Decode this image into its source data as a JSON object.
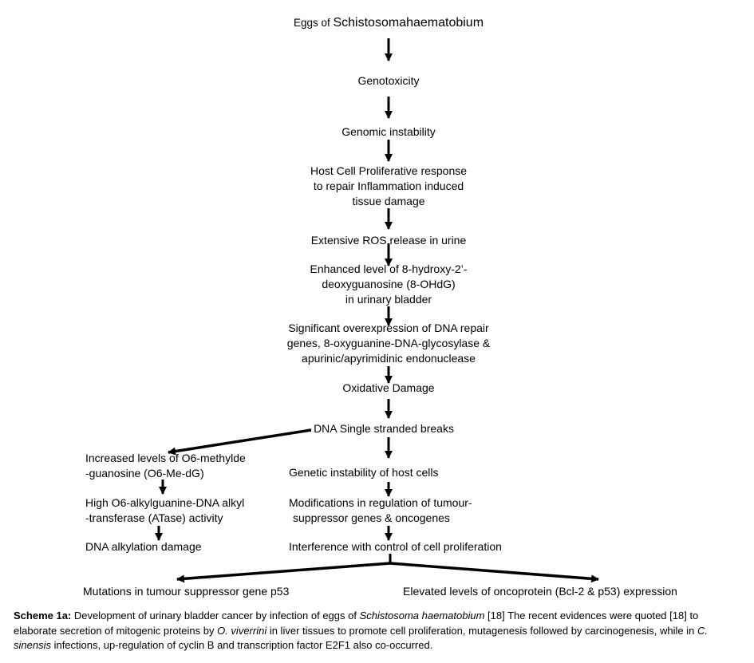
{
  "page": {
    "background_color": "#ffffff",
    "ink_color": "#000000"
  },
  "flowchart": {
    "root": {
      "prefix": "Eggs of ",
      "species": "Schistosomahaematobium"
    },
    "steps": {
      "genotoxicity": "Genotoxicity",
      "genomic_instability": "Genomic instability",
      "host_cell_response": [
        "Host Cell Proliferative response",
        "to repair Inflammation induced",
        "tissue damage"
      ],
      "ros_release": "Extensive ROS release in urine",
      "ohdg_level": [
        "Enhanced level of 8-hydroxy-2’-",
        "deoxyguanosine (8-OHdG)",
        "in urinary bladder"
      ],
      "dna_repair_overexpression": [
        "Significant overexpression of DNA repair",
        "genes, 8-oxyguanine-DNA-glycosylase &",
        "apurinic/apyrimidinic endonuclease"
      ],
      "oxidative_damage": "Oxidative Damage",
      "dna_single_stranded_breaks": "DNA Single stranded breaks"
    },
    "left_branch": {
      "o6_me_dg": [
        "Increased levels of O6-methylde",
        "-guanosine (O6-Me-dG)"
      ],
      "atase_activity": [
        "High O6-alkylguanine-DNA alkyl",
        "-transferase (ATase) activity"
      ],
      "dna_alkylation_damage": "DNA alkylation damage"
    },
    "center_branch": {
      "genetic_instability": "Genetic instability of host cells",
      "tumour_suppressor_modifications": [
        "Modifications in regulation of tumour-",
        "suppressor genes & oncogenes"
      ],
      "interference": "Interference with control of cell proliferation"
    },
    "outcomes": {
      "p53_mutations": "Mutations in tumour suppressor gene p53",
      "oncoprotein_elevation": "Elevated levels of oncoprotein (Bcl-2 & p53) expression"
    }
  },
  "caption": {
    "label": "Scheme 1a:",
    "part1": " Development of urinary bladder cancer by infection of eggs of ",
    "italic1": "Schistosoma haematobium",
    "part2": " [18] The recent evidences were quoted [18] to elaborate secretion of mitogenic proteins by ",
    "italic2": "O. viverrini",
    "part3": " in liver tissues to promote cell proliferation, mutagenesis followed by carcinogenesis, while in ",
    "italic3": "C. sinensis",
    "part4": " infections, up-regulation of cyclin B and transcription factor E2F1 also co-occurred."
  }
}
